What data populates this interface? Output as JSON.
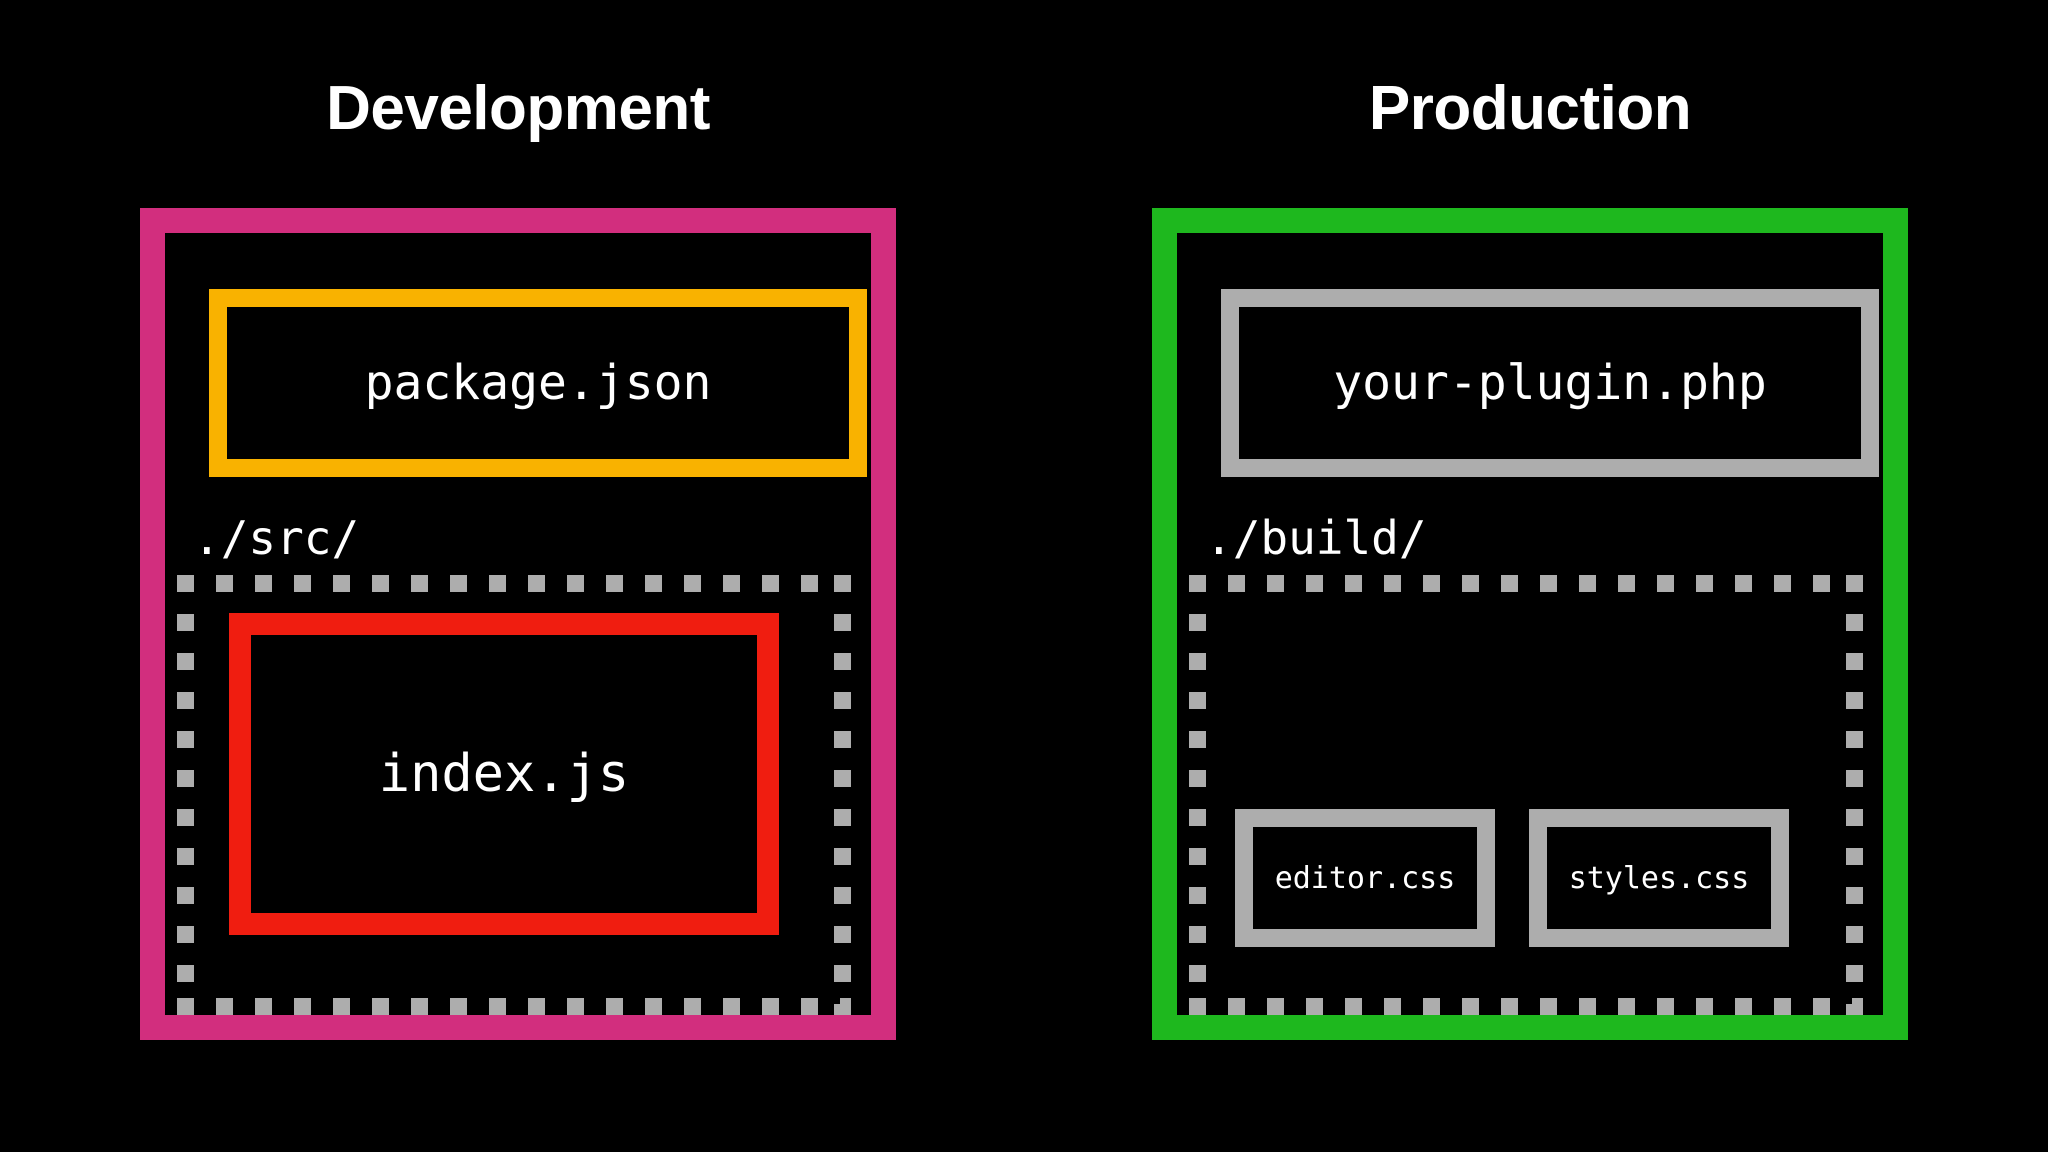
{
  "background_color": "#000000",
  "columns": [
    {
      "id": "development",
      "title": "Development",
      "panel_color": "#d22e7e",
      "root_file": {
        "label": "package.json",
        "border_color": "#f9b200"
      },
      "directory": {
        "label": "./src/",
        "border_color": "#adadad",
        "border_style": "dashed",
        "files": [
          {
            "label": "index.js",
            "border_color": "#f01d10"
          }
        ]
      }
    },
    {
      "id": "production",
      "title": "Production",
      "panel_color": "#1eb81e",
      "root_file": {
        "label": "your-plugin.php",
        "border_color": "#adadad"
      },
      "directory": {
        "label": "./build/",
        "border_color": "#adadad",
        "border_style": "dashed",
        "files": [
          {
            "label": "editor.css",
            "border_color": "#adadad"
          },
          {
            "label": "styles.css",
            "border_color": "#adadad"
          }
        ]
      }
    }
  ],
  "palette": {
    "black": "#000000",
    "white": "#ffffff",
    "pink": "#d22e7e",
    "green": "#1eb81e",
    "yellow": "#f9b200",
    "red": "#f01d10",
    "gray": "#adadad"
  }
}
